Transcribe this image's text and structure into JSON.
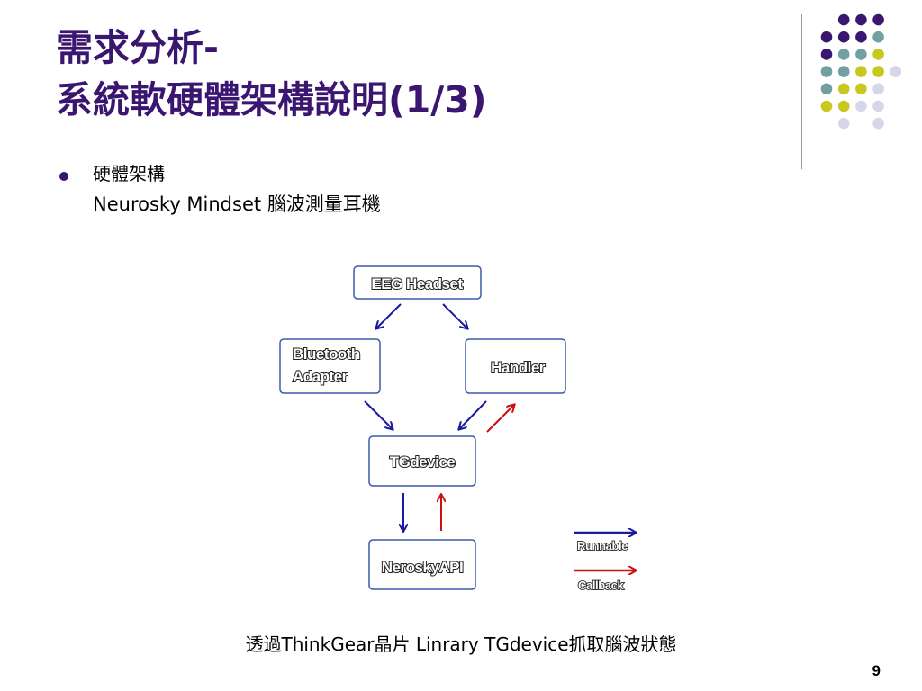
{
  "title": {
    "line1": "需求分析-",
    "line2": "系統軟硬體架構說明(1/3)"
  },
  "bullet": {
    "line1": "硬體架構",
    "line2": "Neurosky Mindset 腦波測量耳機"
  },
  "diagram": {
    "nodes": {
      "eeg_headset": "EEG Headset",
      "bluetooth_line1": "Bluetooth",
      "bluetooth_line2": "Adapter",
      "handler": "Handler",
      "tgdevice": "TGdevice",
      "neroskyapi": "NeroskyAPI"
    },
    "legend": {
      "runnable": "Runnable",
      "callback": "Callback"
    },
    "colors": {
      "runnable": "#1a1aa0",
      "callback": "#cc1111",
      "node_border": "#3a5aa8"
    }
  },
  "caption": "透過ThinkGear晶片 Linrary TGdevice抓取腦波狀態",
  "page_number": "9",
  "theme": {
    "title_color": "#3b1670",
    "dot_purple": "#3b1670",
    "dot_teal": "#72a0a0",
    "dot_yellow": "#c8c81e",
    "dot_lavender": "#d6d6ea"
  }
}
